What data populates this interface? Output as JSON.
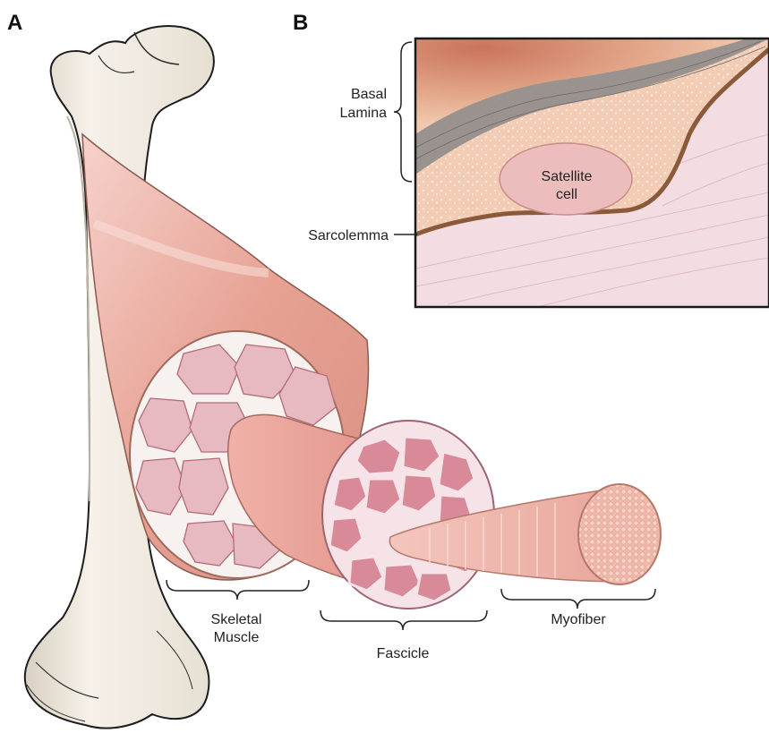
{
  "panels": {
    "a": "A",
    "b": "B"
  },
  "labels": {
    "basal_lamina_1": "Basal",
    "basal_lamina_2": "Lamina",
    "sarcolemma": "Sarcolemma",
    "satellite_1": "Satellite",
    "satellite_2": "cell",
    "skeletal_1": "Skeletal",
    "skeletal_2": "Muscle",
    "fascicle": "Fascicle",
    "myofiber": "Myofiber"
  },
  "colors": {
    "bone": "#f4efe7",
    "bone_shade": "#d9d2c6",
    "muscle": "#e9a79a",
    "muscle_dark": "#c87a6c",
    "fascicle_fill": "#d88a98",
    "sheath": "#f6e4e6",
    "lamina_gray": "#8f8c8a",
    "sarcolemma_line": "#8b5a3a",
    "inset_bg": "#f3dde3"
  }
}
